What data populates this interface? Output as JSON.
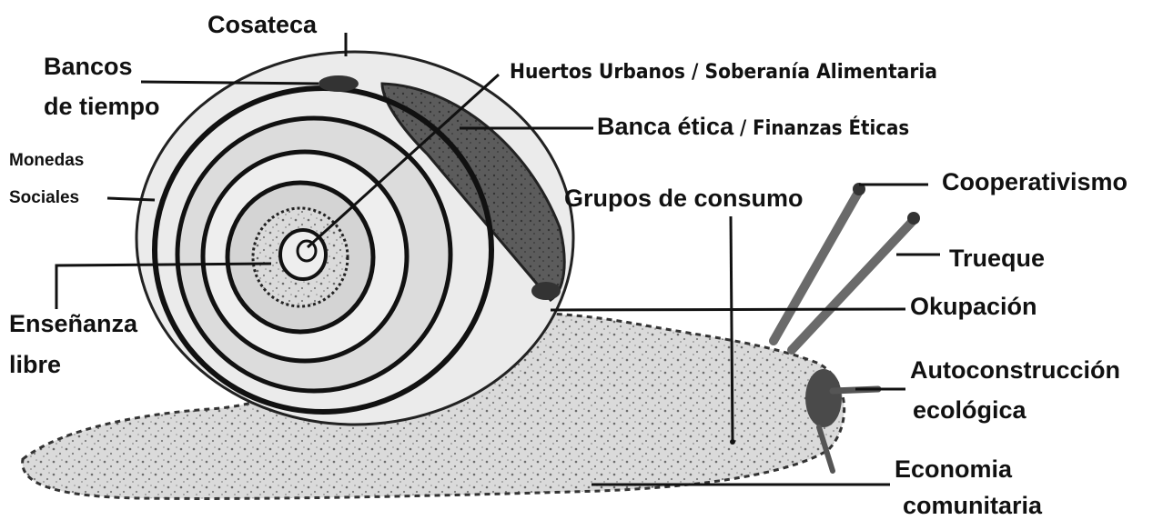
{
  "labels": {
    "cosateca": "Cosateca",
    "bancos_tiempo_1": "Bancos",
    "bancos_tiempo_2": "de tiempo",
    "monedas_1": "Monedas",
    "monedas_2": "Sociales",
    "ensenanza_1": "Enseñanza",
    "ensenanza_2": "libre",
    "huertos": "Huertos Urbanos / Soberanía Alimentaria",
    "banca_etica": "Banca ética",
    "finanzas": " / Finanzas Éticas",
    "grupos_consumo": "Grupos de consumo",
    "cooperativismo": "Cooperativismo",
    "trueque": "Trueque",
    "okupacion": "Okupación",
    "autoconstruccion_1": "Autoconstrucción",
    "autoconstruccion_2": "ecológica",
    "economia_1": "Economia",
    "economia_2": "comunitaria"
  },
  "colors": {
    "ink": "#111111",
    "shell_light": "#eeeeee",
    "shell_band": "#cfcfcf",
    "shell_dark": "#555555",
    "body": "#d8d8d8"
  }
}
